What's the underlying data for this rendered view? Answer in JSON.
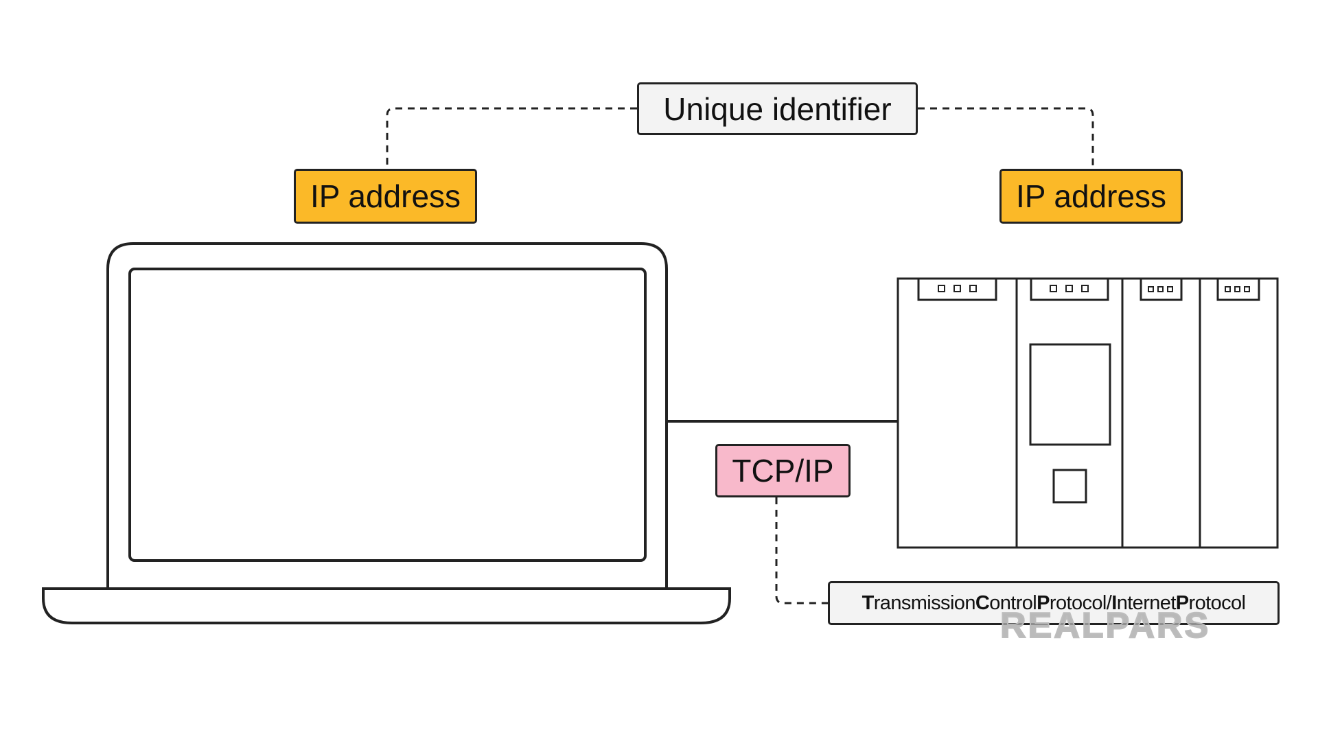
{
  "labels": {
    "unique_identifier": "Unique identifier",
    "ip_address_left": "IP address",
    "ip_address_right": "IP address",
    "tcp_ip": "TCP/IP",
    "expansion": [
      {
        "bold": "T",
        "rest": "ransmission "
      },
      {
        "bold": "C",
        "rest": "ontrol "
      },
      {
        "bold": "P",
        "rest": "rotocol/"
      },
      {
        "bold": "I",
        "rest": "nternet "
      },
      {
        "bold": "P",
        "rest": "rotocol"
      }
    ]
  },
  "watermark": "REALPARS",
  "colors": {
    "ip_label_fill": "#FBB928",
    "tcp_label_fill": "#F8B9CB",
    "note_fill": "#F3F3F3",
    "stroke": "#222222",
    "background": "#FFFFFF"
  },
  "icons": [
    "laptop-icon",
    "plc-rack-icon"
  ]
}
